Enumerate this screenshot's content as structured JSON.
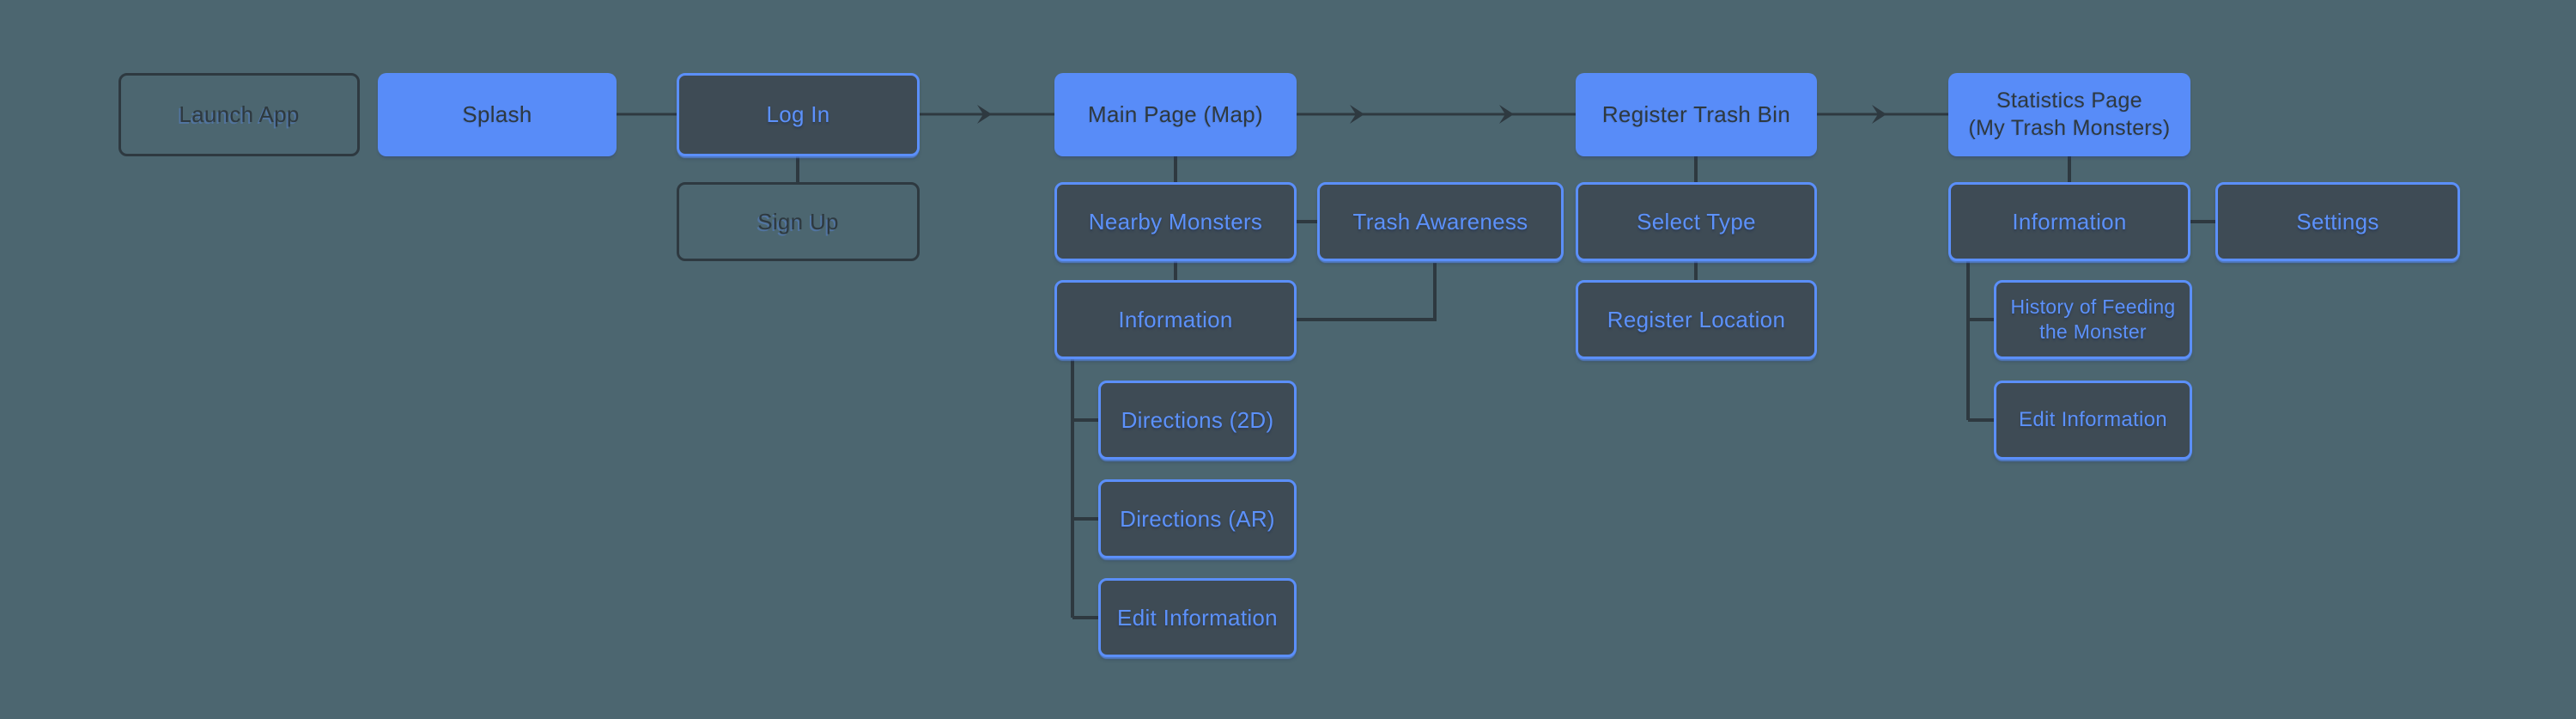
{
  "diagram": {
    "type": "app-flow-sitemap",
    "colors": {
      "background": "#4C6670",
      "filled_node_blue": "#588CF8",
      "outline_node_border_blue": "#5B8FFA",
      "outline_node_fill": "#3E4B55",
      "blue_text": "#5C91FB",
      "dark_line_and_text": "#2E3940"
    },
    "nodes": {
      "launch_app": {
        "label": "Launch App",
        "style": "outline-dark"
      },
      "splash": {
        "label": "Splash",
        "style": "filled"
      },
      "log_in": {
        "label": "Log In",
        "style": "outline-blue"
      },
      "sign_up": {
        "label": "Sign Up",
        "style": "outline-dark"
      },
      "main_page": {
        "label": "Main Page (Map)",
        "style": "filled"
      },
      "nearby_monsters": {
        "label": "Nearby Monsters",
        "style": "outline-blue"
      },
      "trash_awareness": {
        "label": "Trash Awareness",
        "style": "outline-blue"
      },
      "information_map": {
        "label": "Information",
        "style": "outline-blue"
      },
      "directions_2d": {
        "label": "Directions (2D)",
        "style": "outline-blue"
      },
      "directions_ar": {
        "label": "Directions (AR)",
        "style": "outline-blue"
      },
      "edit_information_map": {
        "label": "Edit Information",
        "style": "outline-blue"
      },
      "register_trash_bin": {
        "label": "Register Trash Bin",
        "style": "filled"
      },
      "select_type": {
        "label": "Select Type",
        "style": "outline-blue"
      },
      "register_location": {
        "label": "Register Location",
        "style": "outline-blue"
      },
      "statistics_page": {
        "label_line1": "Statistics Page",
        "label_line2": "(My Trash Monsters)",
        "style": "filled"
      },
      "information_stats": {
        "label": "Information",
        "style": "outline-blue"
      },
      "settings": {
        "label": "Settings",
        "style": "outline-blue"
      },
      "history_feeding": {
        "label_line1": "History of Feeding",
        "label_line2": "the Monster",
        "style": "outline-blue"
      },
      "edit_information_stats": {
        "label": "Edit Information",
        "style": "outline-blue"
      }
    },
    "edges": [
      "splash -> log_in",
      "log_in -> sign_up",
      "log_in -> main_page (arrow)",
      "main_page -> register_trash_bin (arrow, arrow)",
      "register_trash_bin -> statistics_page (arrow)",
      "main_page -> nearby_monsters",
      "nearby_monsters - trash_awareness",
      "nearby_monsters -> information_map",
      "information_map -> trash_awareness (elbow)",
      "information_map -> directions_2d",
      "information_map -> directions_ar",
      "information_map -> edit_information_map",
      "register_trash_bin -> select_type",
      "select_type -> register_location",
      "statistics_page -> information_stats",
      "information_stats - settings",
      "information_stats -> history_feeding",
      "information_stats -> edit_information_stats"
    ]
  }
}
